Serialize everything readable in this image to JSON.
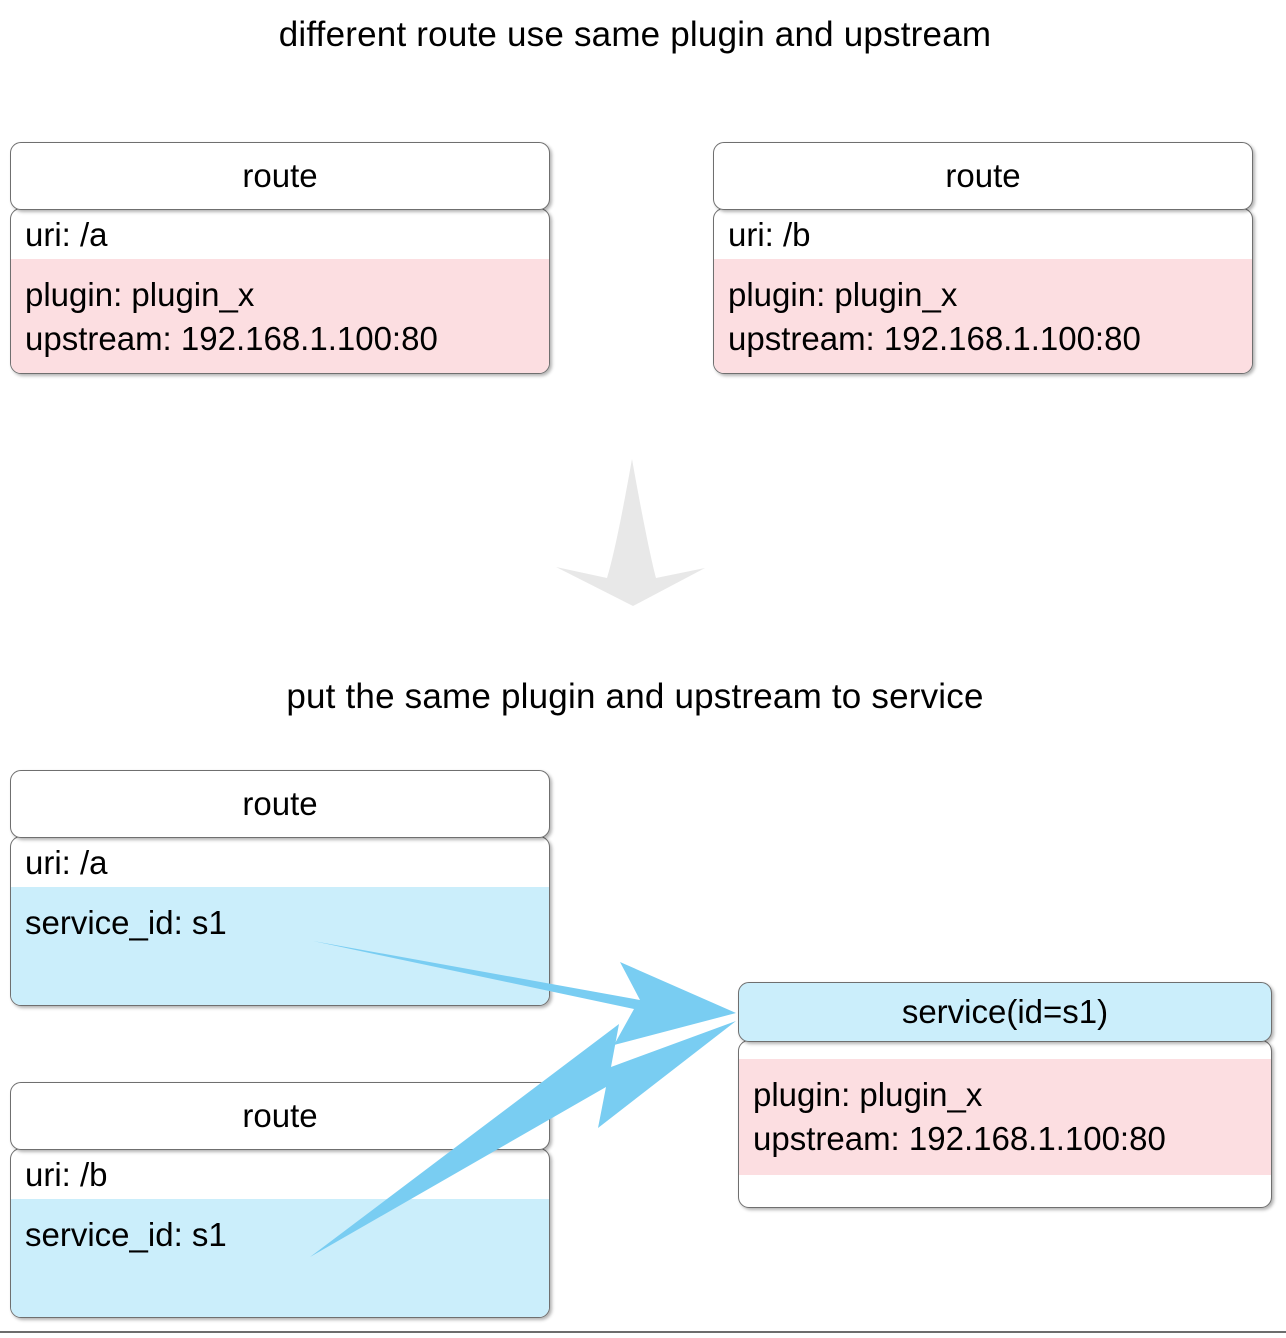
{
  "page": {
    "background": "#ffffff",
    "bottom_rule_color": "#6d6d6d"
  },
  "colors": {
    "pink_fill": "#fcdee1",
    "blue_fill": "#cbeefb",
    "blue_arrow": "#79cdf2",
    "gray_arrow": "#e8e8e8",
    "border": "#6f6f6f"
  },
  "sections": {
    "top": {
      "caption": "different route use same plugin and upstream",
      "cards": [
        {
          "header": "route",
          "uri_row": "uri: /a",
          "strip_lines": [
            "plugin: plugin_x",
            "upstream: 192.168.1.100:80"
          ],
          "strip_color": "pink"
        },
        {
          "header": "route",
          "uri_row": "uri: /b",
          "strip_lines": [
            "plugin: plugin_x",
            "upstream: 192.168.1.100:80"
          ],
          "strip_color": "pink"
        }
      ]
    },
    "transition": {
      "icon": "down-arrow-icon"
    },
    "bottom": {
      "caption": "put the same plugin and upstream to service",
      "route_cards": [
        {
          "header": "route",
          "uri_row": "uri: /a",
          "strip_lines": [
            "service_id: s1"
          ],
          "strip_color": "blue"
        },
        {
          "header": "route",
          "uri_row": "uri: /b",
          "strip_lines": [
            "service_id: s1"
          ],
          "strip_color": "blue"
        }
      ],
      "service_card": {
        "header": "service(id=s1)",
        "strip_lines": [
          "plugin: plugin_x",
          "upstream: 192.168.1.100:80"
        ],
        "strip_color": "pink"
      },
      "links": [
        {
          "from": "route-a",
          "to": "service",
          "style": "blue-arrow"
        },
        {
          "from": "route-b",
          "to": "service",
          "style": "blue-arrow"
        }
      ]
    }
  }
}
